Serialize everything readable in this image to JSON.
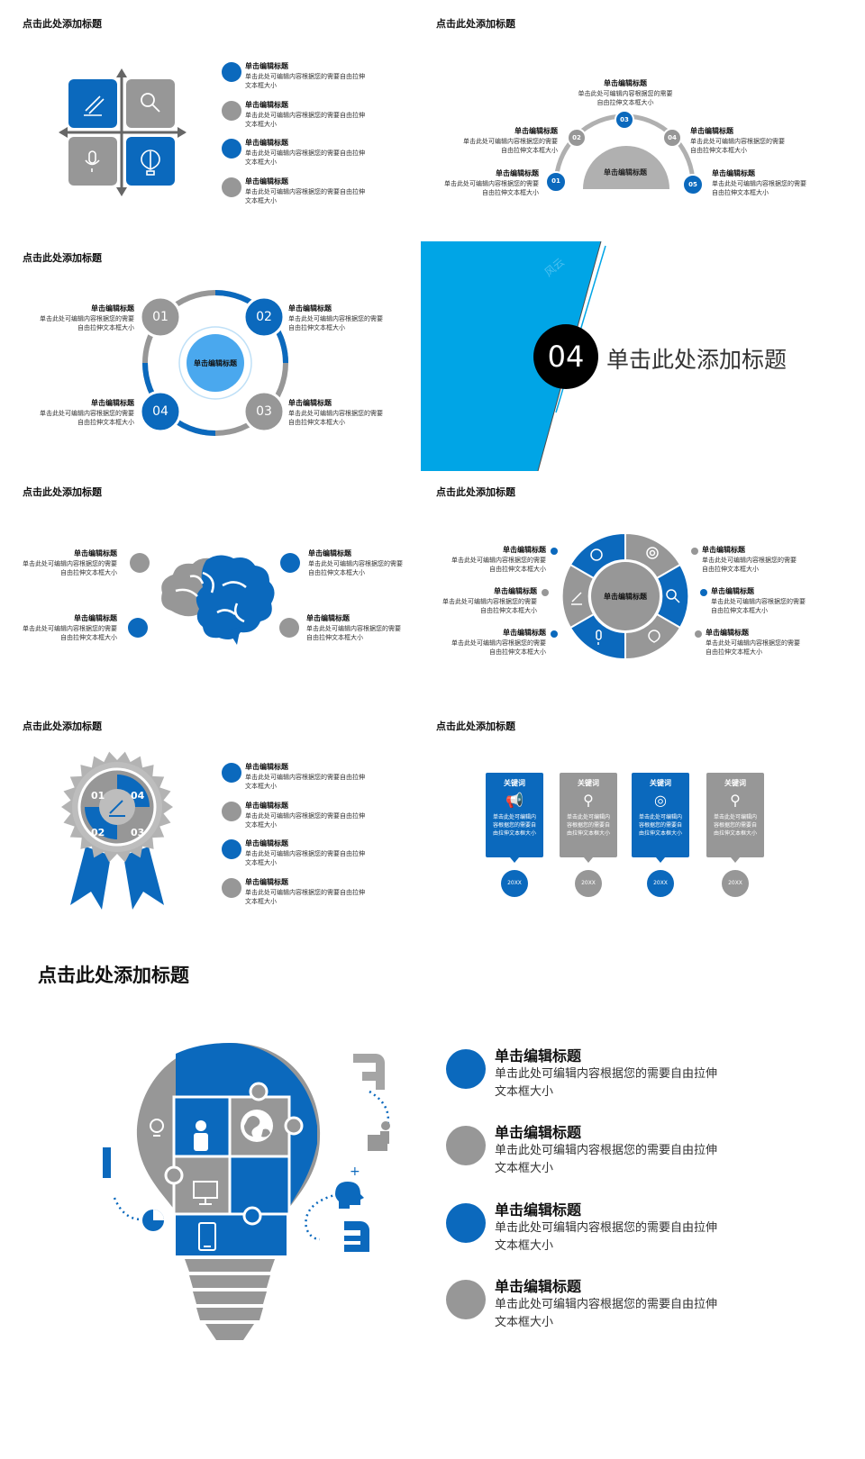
{
  "colors": {
    "blue": "#0b69bd",
    "gray": "#979797",
    "cyan": "#00a5e6",
    "light_blue": "#4aa8ee",
    "black": "#000000"
  },
  "slide_title": "点击此处添加标题",
  "item_heading": "单击编辑标题",
  "item_text_a": "单击此处可编辑内容根据您的需要自由拉伸",
  "item_text_b": "文本框大小",
  "item_text_c": "单击此处可编辑内容根据您的需要",
  "item_text_d": "自由拉伸文本框大小",
  "item_text_e": "单击此处可编辑内容根据您的需要自由拉伸文本框大小",
  "center_label": "单击编辑标题",
  "numbers": [
    "01",
    "02",
    "03",
    "04",
    "05"
  ],
  "section": {
    "number": "04",
    "title": "单击此处添加标题",
    "watermark": "风云"
  },
  "keyword": {
    "label": "关键词",
    "text_1": "单击此处可编辑内",
    "text_2": "容根据您的需要自",
    "text_3": "由拉伸文本框大小",
    "year": "20XX"
  },
  "icons": [
    "pencil-icon",
    "search-icon",
    "microphone-icon",
    "balloon-icon",
    "brain-icon",
    "megaphone-icon",
    "globe-icon",
    "target-icon",
    "lightbulb-icon",
    "person-icon",
    "monitor-icon",
    "phone-icon",
    "pie-icon",
    "head-icon"
  ]
}
